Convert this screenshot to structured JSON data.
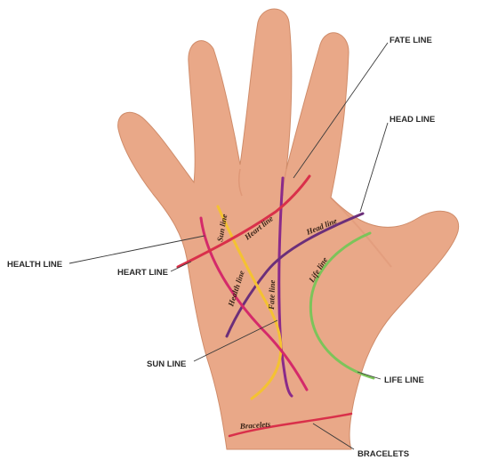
{
  "callouts": {
    "fate_line": "FATE LINE",
    "head_line": "HEAD LINE",
    "health_line": "HEALTH LINE",
    "heart_line": "HEART LINE",
    "sun_line": "SUN LINE",
    "life_line": "LIFE LINE",
    "bracelets": "BRACELETS"
  },
  "palm_labels": {
    "sun_line": "Sun line",
    "heart_line": "Heart line",
    "head_line": "Head line",
    "health_line": "Health line",
    "fate_line": "Fate line",
    "life_line": "Life line",
    "bracelets": "Bracelets"
  },
  "colors": {
    "skin": "#e9a888",
    "skin_shadow": "#d98d6c",
    "heart_line": "#d9304a",
    "head_line": "#6b2f7a",
    "fate_line": "#8a2a8a",
    "sun_line": "#f4c232",
    "health_line": "#d42a6a",
    "life_line": "#7cc45a",
    "bracelets": "#d9304a"
  }
}
